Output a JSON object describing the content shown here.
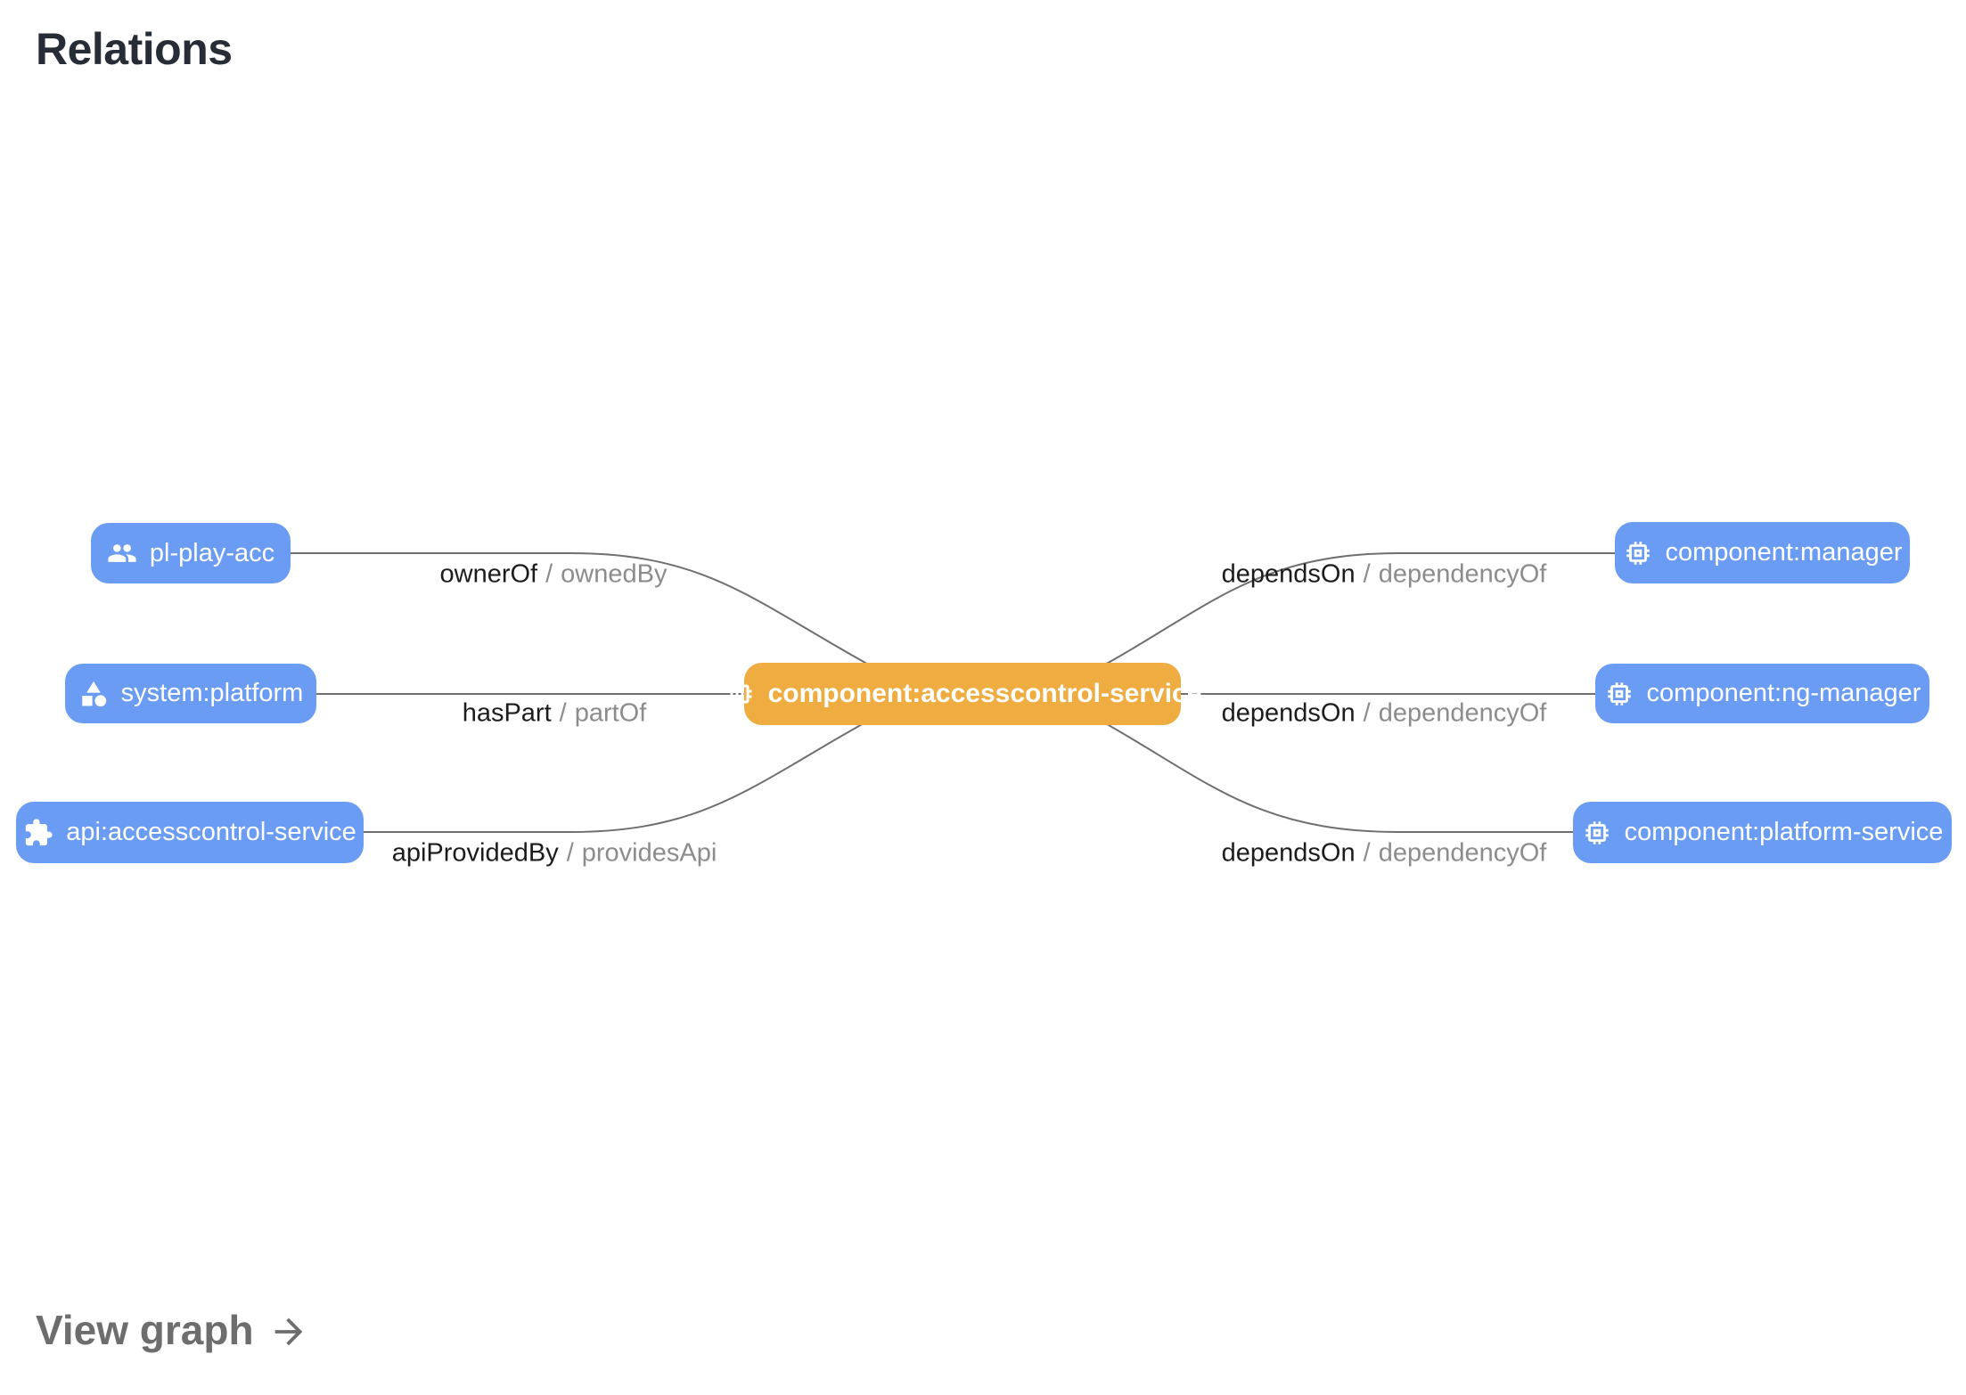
{
  "page": {
    "title": "Relations",
    "view_graph_label": "View graph"
  },
  "graph": {
    "edge_separator": "/",
    "center_node": {
      "label": "component:accesscontrol-service",
      "icon": "memory-chip-icon",
      "color": "#efac40"
    },
    "left_nodes": [
      {
        "label": "pl-play-acc",
        "icon": "group-people-icon"
      },
      {
        "label": "system:platform",
        "icon": "category-shapes-icon"
      },
      {
        "label": "api:accesscontrol-service",
        "icon": "puzzle-extension-icon"
      }
    ],
    "right_nodes": [
      {
        "label": "component:manager",
        "icon": "memory-chip-icon"
      },
      {
        "label": "component:ng-manager",
        "icon": "memory-chip-icon"
      },
      {
        "label": "component:platform-service",
        "icon": "memory-chip-icon"
      }
    ],
    "edges_left": [
      {
        "relation": "ownerOf",
        "inverse": "ownedBy"
      },
      {
        "relation": "hasPart",
        "inverse": "partOf"
      },
      {
        "relation": "apiProvidedBy",
        "inverse": "providesApi"
      }
    ],
    "edges_right": [
      {
        "relation": "dependsOn",
        "inverse": "dependencyOf"
      },
      {
        "relation": "dependsOn",
        "inverse": "dependencyOf"
      },
      {
        "relation": "dependsOn",
        "inverse": "dependencyOf"
      }
    ],
    "colors": {
      "node_blue": "#6b9cf3",
      "node_orange": "#efac40",
      "edge_line": "#6f6f6f",
      "label_primary": "#1c1c1c",
      "label_secondary": "#8c8c8c",
      "title_text": "#262d36",
      "view_graph_text": "#6d6d6d"
    }
  }
}
